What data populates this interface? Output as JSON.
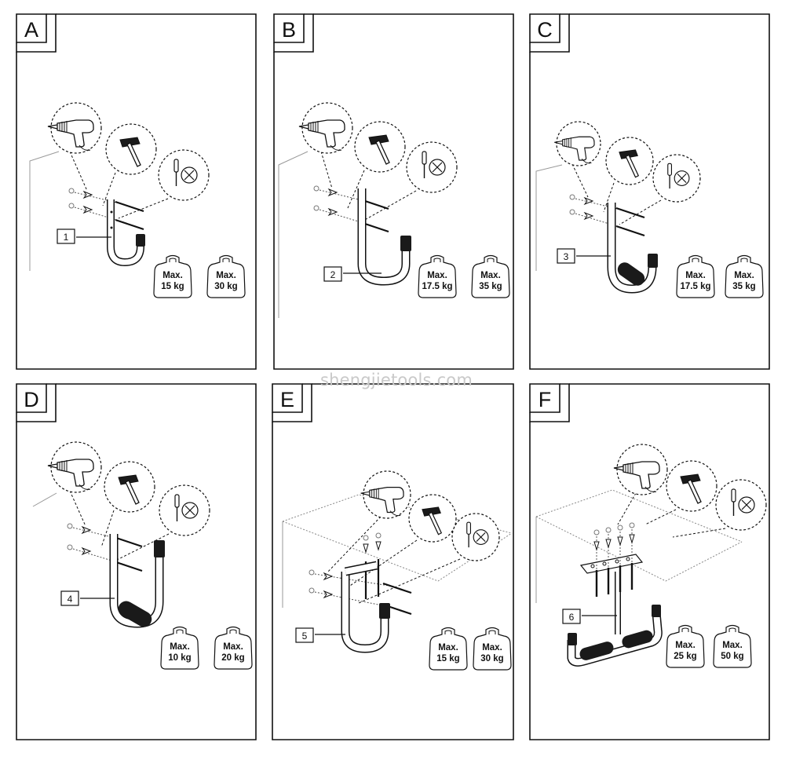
{
  "watermark": "shengjietools.com",
  "colors": {
    "line": "#111111",
    "background": "#ffffff",
    "watermark": "#c9c9c9",
    "grip": "#1a1a1a"
  },
  "tool_icons": [
    "drill-icon",
    "hammer-icon",
    "screwdriver-icon"
  ],
  "panels": [
    {
      "letter": "A",
      "part_number": "1",
      "hook_style": "small-hook",
      "mount": "wall",
      "weights": [
        {
          "line1": "Max.",
          "line2": "15 kg"
        },
        {
          "line1": "Max.",
          "line2": "30 kg"
        }
      ]
    },
    {
      "letter": "B",
      "part_number": "2",
      "hook_style": "large-hook",
      "mount": "wall",
      "weights": [
        {
          "line1": "Max.",
          "line2": "17.5 kg"
        },
        {
          "line1": "Max.",
          "line2": "35 kg"
        }
      ]
    },
    {
      "letter": "C",
      "part_number": "3",
      "hook_style": "padded-hook",
      "mount": "wall",
      "weights": [
        {
          "line1": "Max.",
          "line2": "17.5 kg"
        },
        {
          "line1": "Max.",
          "line2": "35 kg"
        }
      ]
    },
    {
      "letter": "D",
      "part_number": "4",
      "hook_style": "padded-hook",
      "mount": "wall",
      "weights": [
        {
          "line1": "Max.",
          "line2": "10 kg"
        },
        {
          "line1": "Max.",
          "line2": "20 kg"
        }
      ]
    },
    {
      "letter": "E",
      "part_number": "5",
      "hook_style": "ceiling-hook",
      "mount": "ceiling",
      "weights": [
        {
          "line1": "Max.",
          "line2": "15 kg"
        },
        {
          "line1": "Max.",
          "line2": "30 kg"
        }
      ]
    },
    {
      "letter": "F",
      "part_number": "6",
      "hook_style": "double-hook",
      "mount": "ceiling",
      "weights": [
        {
          "line1": "Max.",
          "line2": "25 kg"
        },
        {
          "line1": "Max.",
          "line2": "50 kg"
        }
      ]
    }
  ]
}
